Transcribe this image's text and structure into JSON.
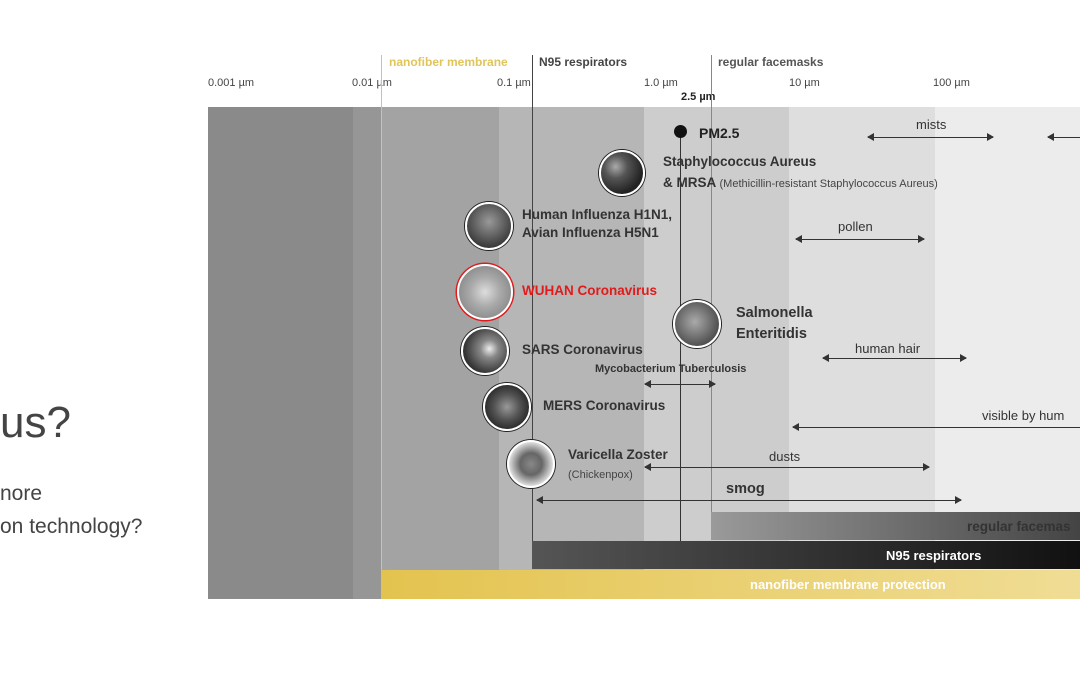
{
  "left": {
    "heading": "us?",
    "line1": "nore",
    "line2": "on technology?"
  },
  "top_labels": {
    "nanofiber": "nanofiber membrane",
    "n95": "N95 respirators",
    "regular": "regular facemasks",
    "pm25": "2.5 µm"
  },
  "ticks": [
    "0.001 µm",
    "0.01 µm",
    "0.1 µm",
    "1.0 µm",
    "10 µm",
    "100 µm"
  ],
  "items": {
    "pm": "PM2.5",
    "staph_1": "Staphylococcus Aureus",
    "staph_2": "& MRSA",
    "staph_sub": "(Methicillin-resistant Staphylococcus Aureus)",
    "flu_1": "Human Influenza H1N1,",
    "flu_2": "Avian Influenza H5N1",
    "wuhan": "WUHAN Coronavirus",
    "salm_1": "Salmonella",
    "salm_2": "Enteritidis",
    "sars": "SARS Coronavirus",
    "myco": "Mycobacterium Tuberculosis",
    "mers": "MERS Coronavirus",
    "vz": "Varicella Zoster",
    "vz_sub": "(Chickenpox)"
  },
  "ranges": {
    "mists": "mists",
    "pollen": "pollen",
    "hair": "human hair",
    "visible": "visible by hum",
    "dusts": "dusts",
    "smog": "smog"
  },
  "bars": {
    "regular": "regular facemas",
    "n95": "N95 respirators",
    "nanofiber": "nanofiber membrane protection"
  },
  "colors": {
    "nanofiber": "#e0c55a",
    "wuhan": "#e11b1b"
  }
}
